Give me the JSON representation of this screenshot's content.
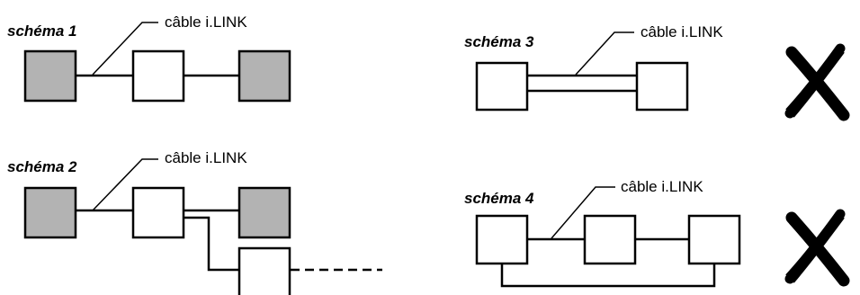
{
  "diagrams": [
    {
      "label": "schéma 1",
      "cable_label": "câble i.LINK",
      "box_fills": [
        "#b3b3b3",
        "#ffffff",
        "#b3b3b3"
      ],
      "valid": true
    },
    {
      "label": "schéma 2",
      "cable_label": "câble i.LINK",
      "box_fills": [
        "#b3b3b3",
        "#ffffff",
        "#b3b3b3",
        "#ffffff"
      ],
      "valid": true
    },
    {
      "label": "schéma 3",
      "cable_label": "câble i.LINK",
      "box_fills": [
        "#ffffff",
        "#ffffff"
      ],
      "valid": false,
      "mark": "cross-icon"
    },
    {
      "label": "schéma 4",
      "cable_label": "câble i.LINK",
      "box_fills": [
        "#ffffff",
        "#ffffff",
        "#ffffff"
      ],
      "valid": false,
      "mark": "cross-icon"
    }
  ],
  "colors": {
    "line": "#000000",
    "grey_device": "#b3b3b3"
  }
}
